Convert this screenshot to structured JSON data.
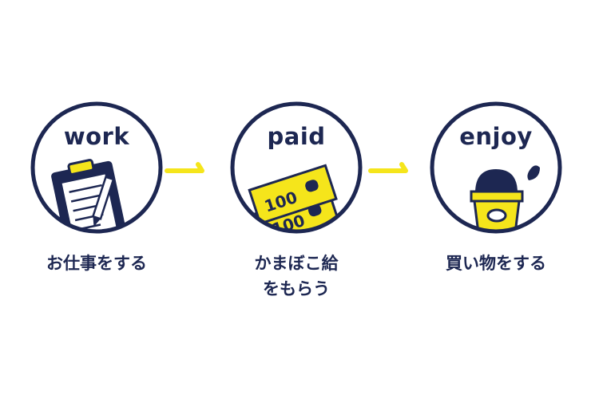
{
  "colors": {
    "navy": "#1d2752",
    "yellow": "#f5e51b",
    "white": "#ffffff"
  },
  "steps": [
    {
      "title": "work",
      "icon": "clipboard-icon",
      "caption": "お仕事をする"
    },
    {
      "title": "paid",
      "icon": "banknote-icon",
      "note_value": "100",
      "caption": "かまぼこ給\nをもらう"
    },
    {
      "title": "enjoy",
      "icon": "ice-cream-cup-icon",
      "caption": "買い物をする"
    }
  ]
}
